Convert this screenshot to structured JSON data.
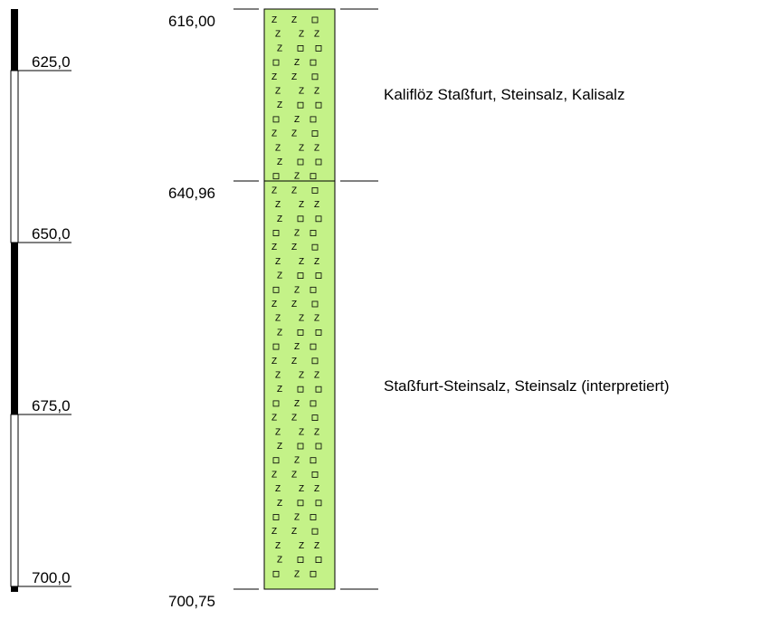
{
  "scale": {
    "labels": [
      "625,0",
      "650,0",
      "675,0",
      "700,0"
    ]
  },
  "boundaries": [
    {
      "depth": 616.0,
      "label": "616,00"
    },
    {
      "depth": 640.96,
      "label": "640,96"
    },
    {
      "depth": 700.75,
      "label": "700,75"
    }
  ],
  "units": [
    {
      "top": 616.0,
      "bottom": 640.96,
      "description": "Kaliflöz Staßfurt, Steinsalz, Kalisalz"
    },
    {
      "top": 640.96,
      "bottom": 700.75,
      "description": "Staßfurt-Steinsalz, Steinsalz (interpretiert)"
    }
  ],
  "colors": {
    "fill": "#c4f288",
    "stroke": "#000000",
    "scale_black": "#000000",
    "scale_white": "#ffffff"
  }
}
